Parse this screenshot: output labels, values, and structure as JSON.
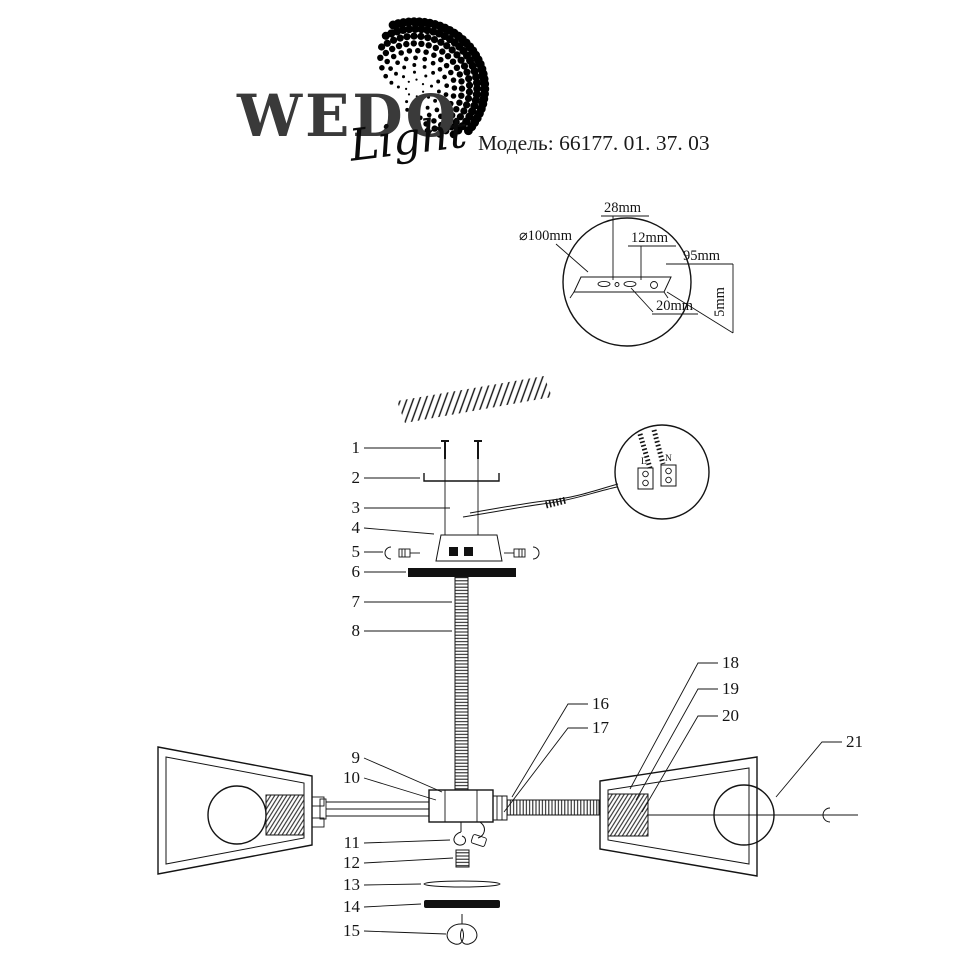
{
  "brand": {
    "name": "WEDO",
    "script": "Light"
  },
  "model": {
    "text": "Модель: 66177. 01. 37. 03"
  },
  "detail_top": {
    "dia": "⌀100mm",
    "h28": "28mm",
    "h12": "12mm",
    "w95": "95mm",
    "w20": "20mm",
    "h5": "5mm"
  },
  "terminal": {
    "l": "L",
    "n": "N"
  },
  "parts": {
    "n1": "1",
    "n2": "2",
    "n3": "3",
    "n4": "4",
    "n5": "5",
    "n6": "6",
    "n7": "7",
    "n8": "8",
    "n9": "9",
    "n10": "10",
    "n11": "11",
    "n12": "12",
    "n13": "13",
    "n14": "14",
    "n15": "15",
    "n16": "16",
    "n17": "17",
    "n18": "18",
    "n19": "19",
    "n20": "20",
    "n21": "21"
  }
}
